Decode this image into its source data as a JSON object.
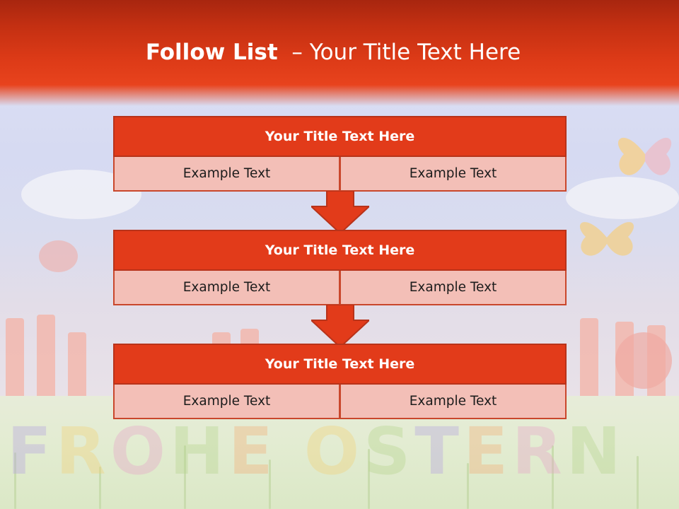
{
  "slide": {
    "title_bold": "Follow List",
    "title_rest": "  – Your Title Text Here"
  },
  "blocks": [
    {
      "title": "Your Title Text Here",
      "cells": [
        "Example Text",
        "Example Text"
      ]
    },
    {
      "title": "Your Title Text Here",
      "cells": [
        "Example Text",
        "Example Text"
      ]
    },
    {
      "title": "Your Title Text Here",
      "cells": [
        "Example Text",
        "Example Text"
      ]
    }
  ],
  "background": {
    "letters": "FROHE OSTERN",
    "letter_colors": [
      "#b7a6e0",
      "#f2d27a",
      "#e7a6c9",
      "#b7d58f",
      "#f3b07a",
      "#ffffff",
      "#f2d27a",
      "#b7d58f",
      "#b7a6e0",
      "#f3b07a",
      "#e7a6c9",
      "#b7d58f"
    ]
  },
  "colors": {
    "header": "#dc3a17",
    "block_head": "#e23b1a",
    "block_cell": "#f3bfb7",
    "arrow": "#e23b1a"
  }
}
